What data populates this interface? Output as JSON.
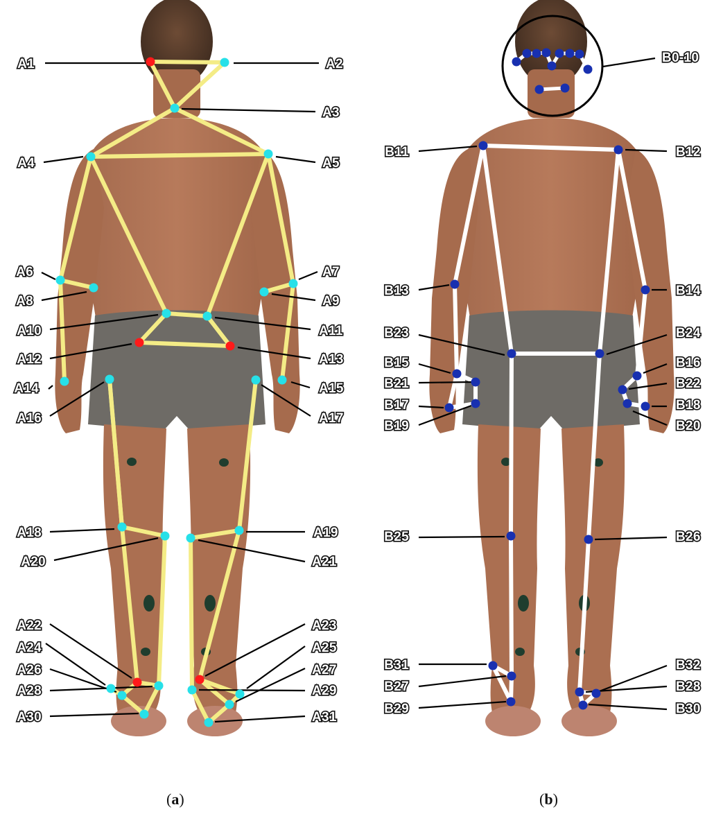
{
  "panels": [
    {
      "id": "a",
      "caption_letter": "a",
      "marker_colors": {
        "joint": "#27e0e8",
        "key": "#ff1a1a",
        "skeleton": "#f4ec86"
      },
      "labels": [
        "A1",
        "A2",
        "A3",
        "A4",
        "A5",
        "A6",
        "A7",
        "A8",
        "A9",
        "A10",
        "A11",
        "A12",
        "A13",
        "A14",
        "A15",
        "A16",
        "A17",
        "A18",
        "A19",
        "A20",
        "A21",
        "A22",
        "A23",
        "A24",
        "A25",
        "A26",
        "A27",
        "A28",
        "A29",
        "A30",
        "A31"
      ]
    },
    {
      "id": "b",
      "caption_letter": "b",
      "marker_colors": {
        "joint": "#1830b0",
        "skeleton": "#ffffff"
      },
      "labels": [
        "B0-10",
        "B11",
        "B12",
        "B13",
        "B14",
        "B15",
        "B16",
        "B17",
        "B18",
        "B19",
        "B20",
        "B21",
        "B22",
        "B23",
        "B24",
        "B25",
        "B26",
        "B27",
        "B28",
        "B29",
        "B30",
        "B31",
        "B32"
      ]
    }
  ]
}
